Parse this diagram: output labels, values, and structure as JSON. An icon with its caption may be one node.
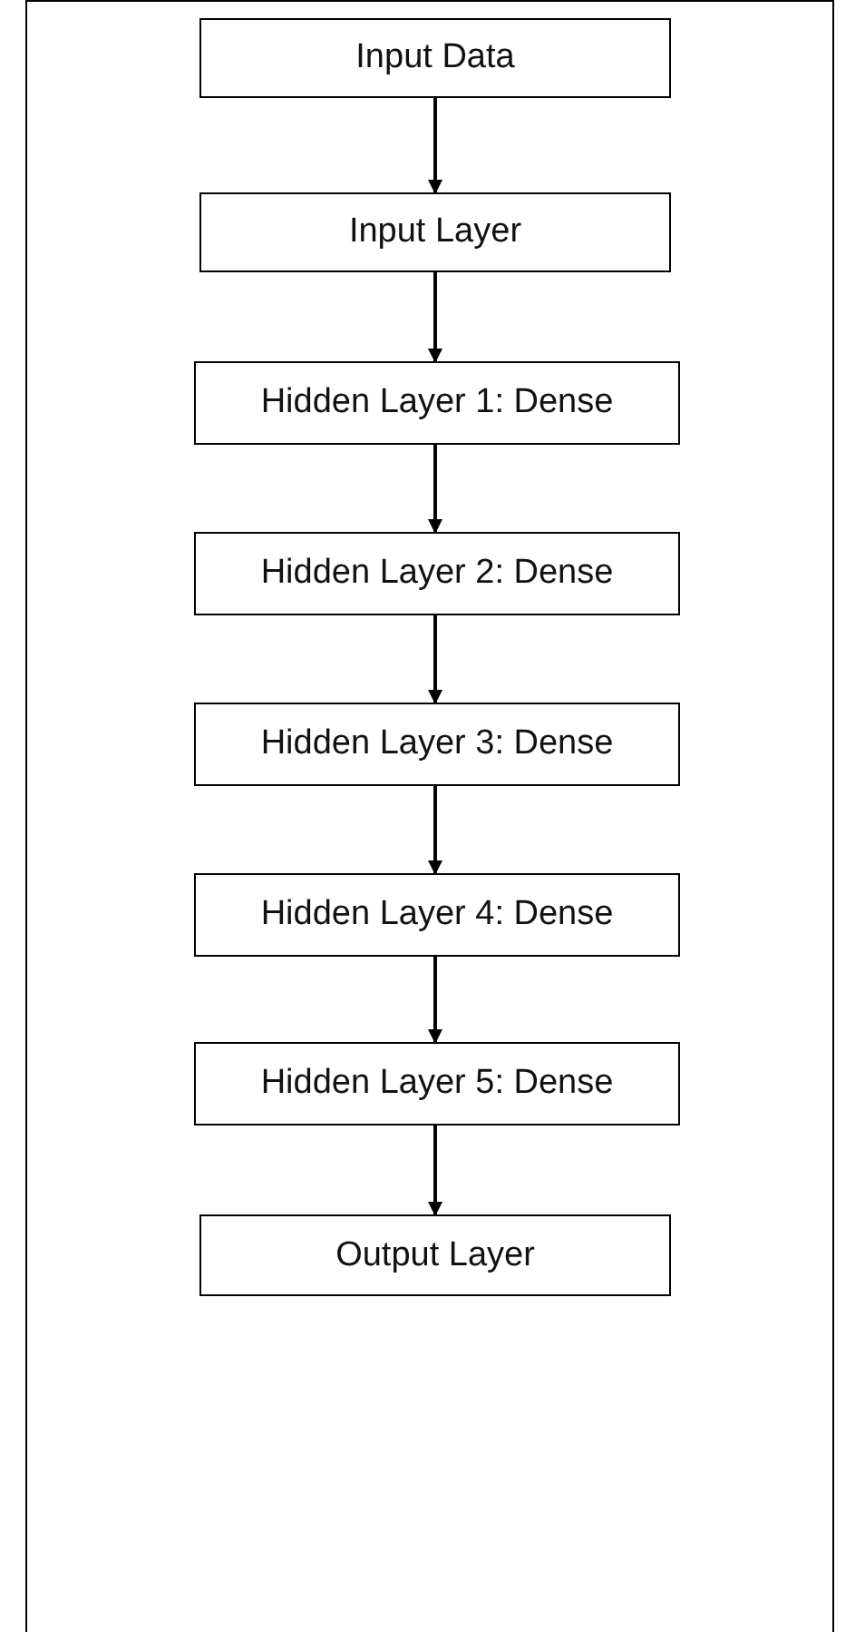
{
  "diagram": {
    "nodes": [
      {
        "text": [
          "Input Data"
        ]
      },
      {
        "text": [
          "Input Layer"
        ]
      },
      {
        "text": [
          "Hidden Layer 1: Dense"
        ]
      },
      {
        "text": [
          "Hidden Layer 2: Dense"
        ]
      },
      {
        "text": [
          "Hidden Layer 3: Dense"
        ]
      },
      {
        "text": [
          "Hidden Layer 4: Dense"
        ]
      },
      {
        "text": [
          "Hidden Layer 5: Dense"
        ]
      },
      {
        "text": [
          "Output Layer"
        ]
      }
    ],
    "edges": [
      {
        "from": 0,
        "to": 1,
        "arrow": "to"
      },
      {
        "from": 1,
        "to": 2,
        "arrow": "to"
      },
      {
        "from": 2,
        "to": 3,
        "arrow": "to"
      },
      {
        "from": 3,
        "to": 4,
        "arrow": "to"
      },
      {
        "from": 4,
        "to": 5,
        "arrow": "to"
      },
      {
        "from": 5,
        "to": 6,
        "arrow": "to"
      },
      {
        "from": 6,
        "to": 7,
        "arrow": "to"
      }
    ]
  }
}
